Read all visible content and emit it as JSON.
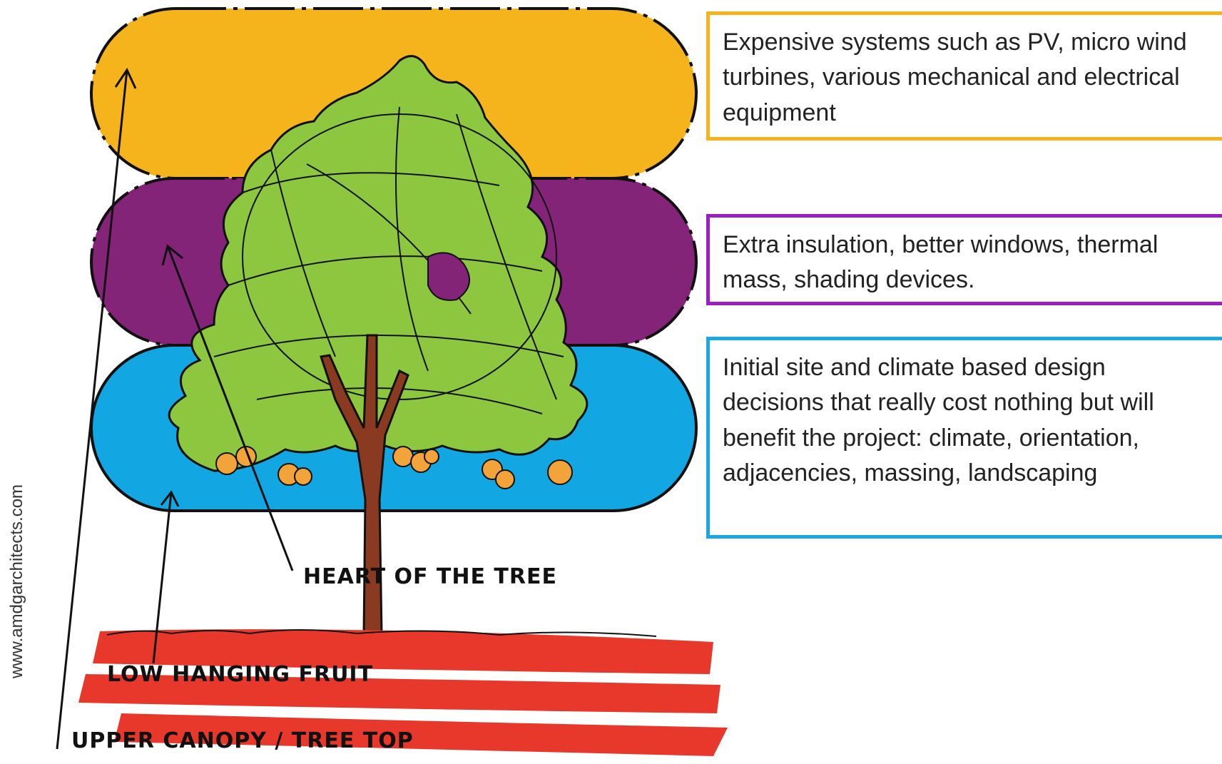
{
  "colors": {
    "top_band": "#F6B41C",
    "middle_band": "#842479",
    "bottom_band": "#12A6E2",
    "tree_canopy": "#8DC63F",
    "trunk": "#8B3A22",
    "fruit": "#F2A33A",
    "ground": "#E8382B",
    "top_border": "#F6B41C",
    "middle_border": "#9B1FC2",
    "bottom_border": "#1BA8E0"
  },
  "labels": {
    "heart": "HEART OF THE TREE",
    "low_fruit": "LOW HANGING FRUIT",
    "upper_canopy": "UPPER CANOPY / TREE TOP"
  },
  "callouts": {
    "top": "Expensive systems such as PV, micro wind turbines, various mechanical and electrical equipment",
    "middle": "Extra insulation, better windows, thermal mass, shading devices.",
    "bottom": "Initial site and climate based design decisions that really cost nothing but will benefit the project: climate, orientation, adjacencies, massing, landscaping"
  },
  "credit": "www.amdgarchitects.com"
}
